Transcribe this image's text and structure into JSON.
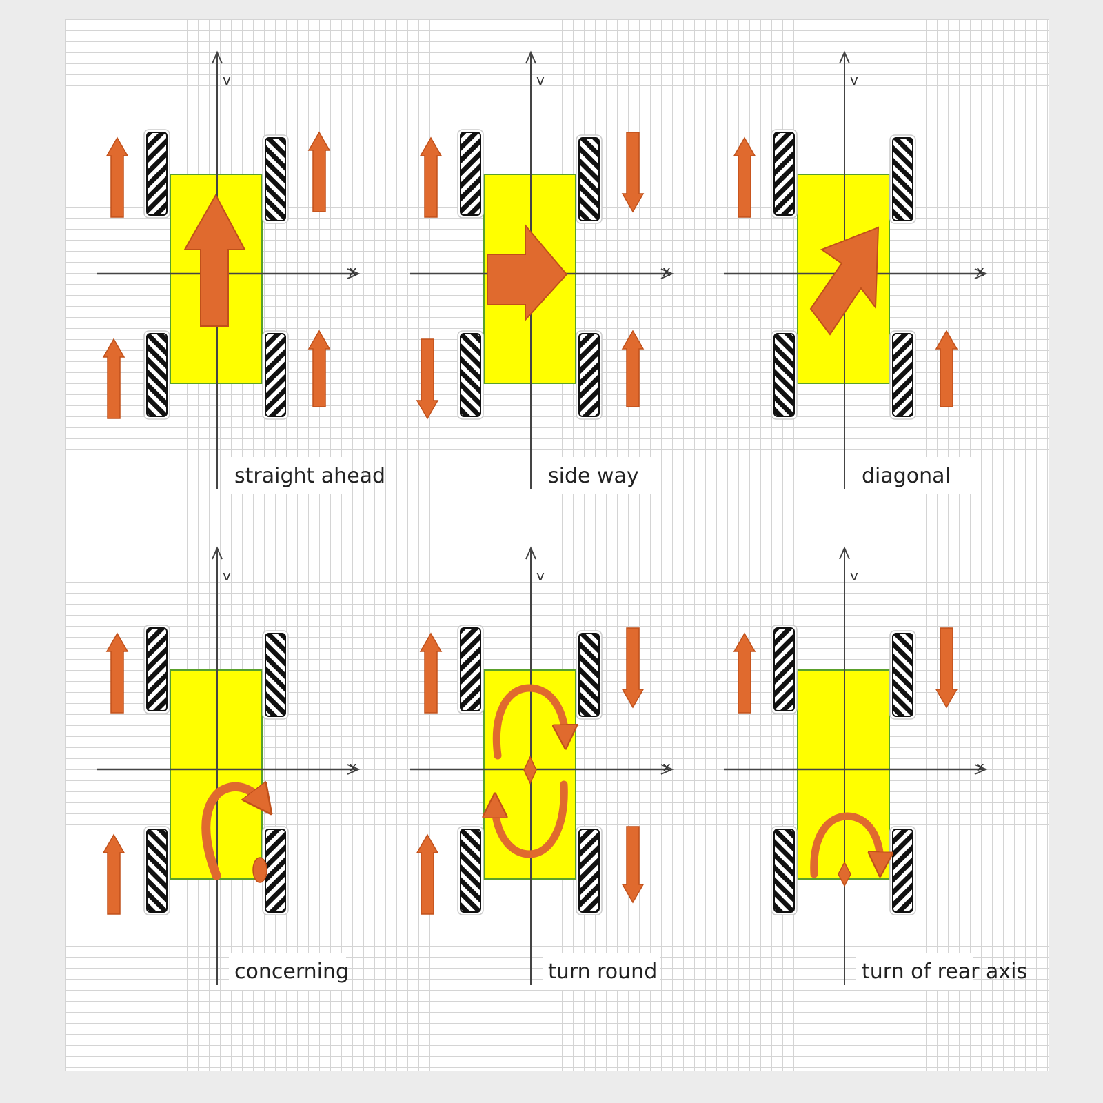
{
  "axes": {
    "vertical_label": "v",
    "horizontal_label": "x"
  },
  "colors": {
    "chassis": "#ffff00",
    "chassis_border": "#5aa02c",
    "arrow": "#e06a2e",
    "arrow_stroke": "#c0501a",
    "wheel": "#111111",
    "axis": "#444444"
  },
  "panels": [
    {
      "label": "straight ahead",
      "wheels": {
        "front_left": "up",
        "front_right": "up",
        "rear_left": "up",
        "rear_right": "up"
      },
      "body_symbol": "arrow-up-icon"
    },
    {
      "label": "side way",
      "wheels": {
        "front_left": "up",
        "front_right": "down",
        "rear_left": "down",
        "rear_right": "up"
      },
      "body_symbol": "arrow-right-icon"
    },
    {
      "label": "diagonal",
      "wheels": {
        "front_left": "up",
        "front_right": "none",
        "rear_left": "none",
        "rear_right": "up"
      },
      "body_symbol": "arrow-diagonal-icon"
    },
    {
      "label": "concerning",
      "wheels": {
        "front_left": "up",
        "front_right": "none",
        "rear_left": "up",
        "rear_right": "none"
      },
      "body_symbol": "curve-arrow-icon"
    },
    {
      "label": "turn round",
      "wheels": {
        "front_left": "up",
        "front_right": "down",
        "rear_left": "up",
        "rear_right": "down"
      },
      "body_symbol": "rotate-icon"
    },
    {
      "label": "turn of rear axis",
      "wheels": {
        "front_left": "up",
        "front_right": "down",
        "rear_left": "none",
        "rear_right": "none"
      },
      "body_symbol": "rear-pivot-icon"
    }
  ]
}
